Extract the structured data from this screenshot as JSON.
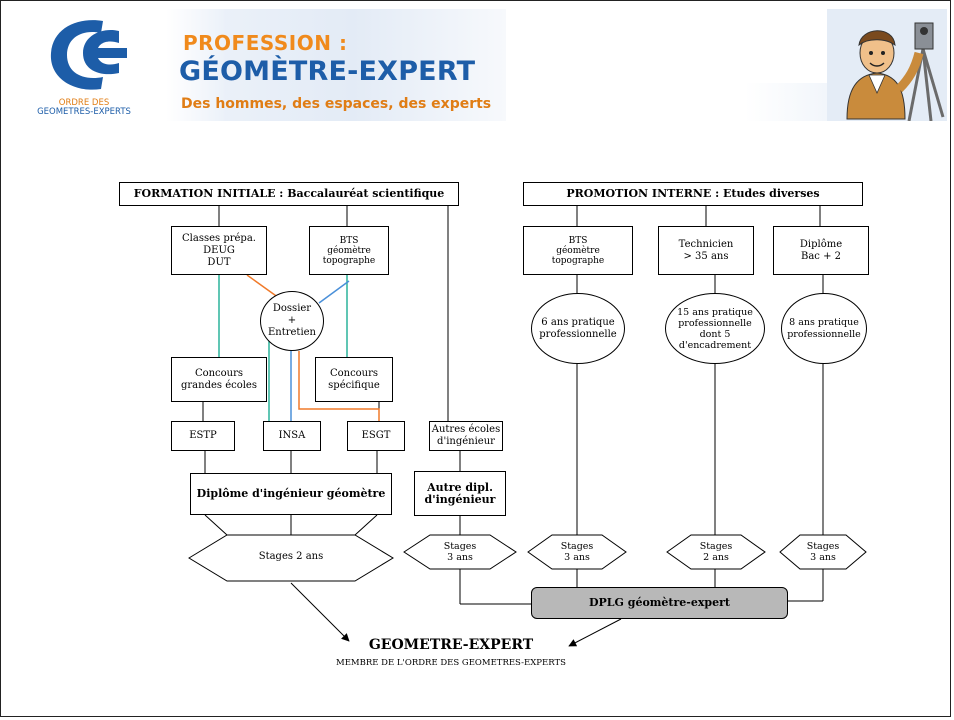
{
  "header": {
    "logo_line1": "ORDRE DES",
    "logo_line2": "GEOMETRES-EXPERTS",
    "profession": "PROFESSION :",
    "title": "GÉOMÈTRE-EXPERT",
    "tagline": "Des hommes, des espaces, des experts"
  },
  "diagram": {
    "formation_initiale": "FORMATION INITIALE : Baccalauréat scientifique",
    "promotion_interne": "PROMOTION INTERNE : Etudes diverses",
    "classes_prepa": "Classes prépa.\nDEUG\nDUT",
    "bts_left": "BTS\ngéomètre\ntopographe",
    "dossier": "Dossier\n+\nEntretien",
    "concours_grandes": "Concours\ngrandes écoles",
    "concours_specifique": "Concours\nspécifique",
    "estp": "ESTP",
    "insa": "INSA",
    "esgt": "ESGT",
    "autres_ecoles": "Autres écoles\nd'ingénieur",
    "diplome_ingenieur": "Diplôme d'ingénieur géomètre",
    "autre_dipl": "Autre dipl.\nd'ingénieur",
    "stages_2ans_left": "Stages 2 ans",
    "stages_3ans_a": "Stages\n3 ans",
    "bts_right": "BTS\ngéomètre\ntopographe",
    "technicien": "Technicien\n> 35 ans",
    "diplome_bac2": "Diplôme\nBac + 2",
    "pratique6": "6 ans pratique\nprofessionnelle",
    "pratique15": "15 ans pratique\nprofessionnelle\ndont 5\nd'encadrement",
    "pratique8": "8 ans pratique\nprofessionnelle",
    "stages_3ans_b": "Stages\n3 ans",
    "stages_2ans_c": "Stages\n2 ans",
    "stages_3ans_d": "Stages\n3 ans",
    "dplg": "DPLG géomètre-expert",
    "result_title": "GEOMETRE-EXPERT",
    "result_subtitle": "MEMBRE DE L'ORDRE DES GEOMETRES-EXPERTS"
  },
  "colors": {
    "logo_blue": "#1d5da8",
    "logo_orange": "#f08a1c",
    "line_teal": "#2bb39a",
    "line_orange": "#f07a2a",
    "line_blue": "#4a90d9",
    "dplg_fill": "#b8b8b8"
  },
  "icons": [
    "ordre-logo-icon",
    "surveyor-cartoon-icon"
  ]
}
